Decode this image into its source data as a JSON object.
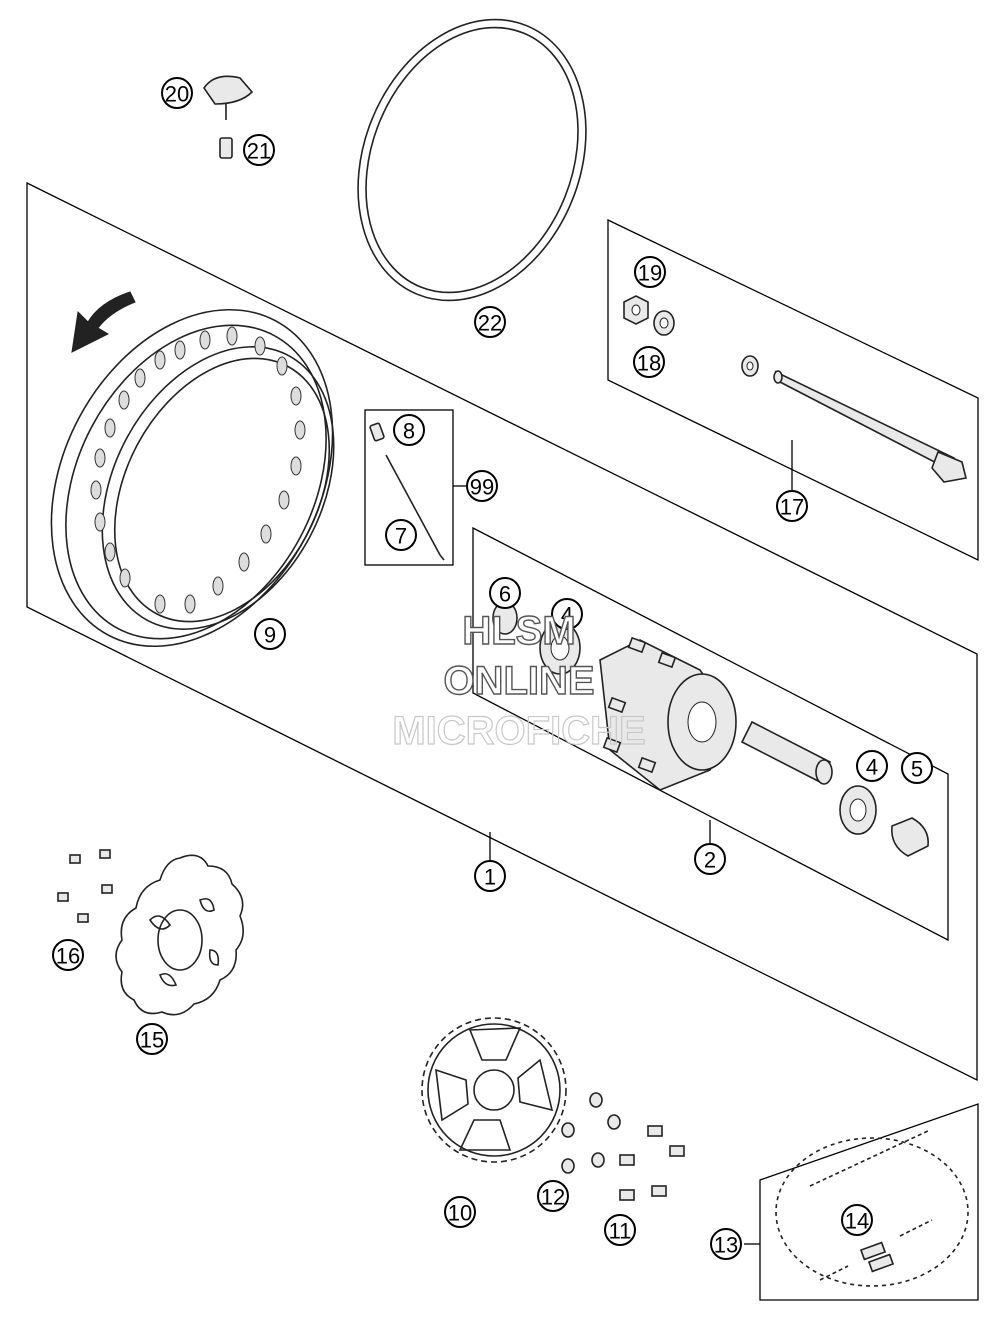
{
  "callouts": [
    "1",
    "2",
    "4",
    "4",
    "5",
    "6",
    "7",
    "8",
    "9",
    "10",
    "11",
    "12",
    "13",
    "14",
    "15",
    "16",
    "17",
    "18",
    "19",
    "20",
    "21",
    "22",
    "99"
  ],
  "watermark": {
    "line1": "HLSM",
    "line2": "ONLINE",
    "line3": "MICROFICHE"
  }
}
